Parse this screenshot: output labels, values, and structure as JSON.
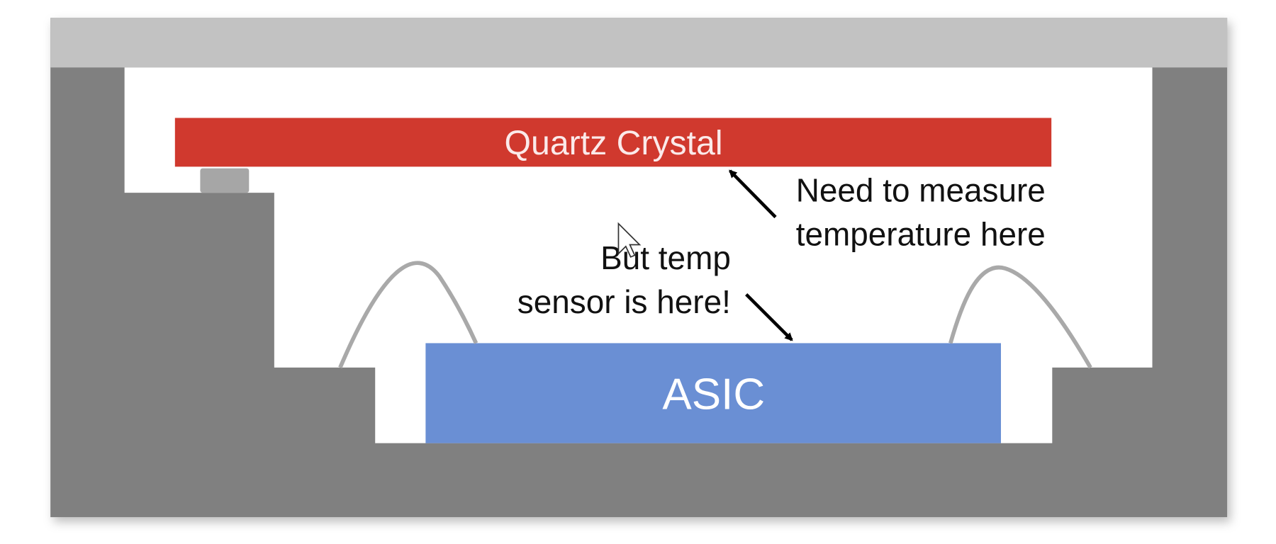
{
  "diagram": {
    "crystal_label": "Quartz Crystal",
    "asic_label": "ASIC",
    "annotation_measure": [
      "Need to measure",
      "temperature here"
    ],
    "annotation_sensor": [
      "But temp",
      "sensor is here!"
    ],
    "colors": {
      "lid": "#c2c2c2",
      "package": "#808080",
      "crystal": "#d0392e",
      "asic": "#6a8fd4",
      "pad": "#a6a6a6",
      "wire": "#a9a9a9"
    }
  }
}
